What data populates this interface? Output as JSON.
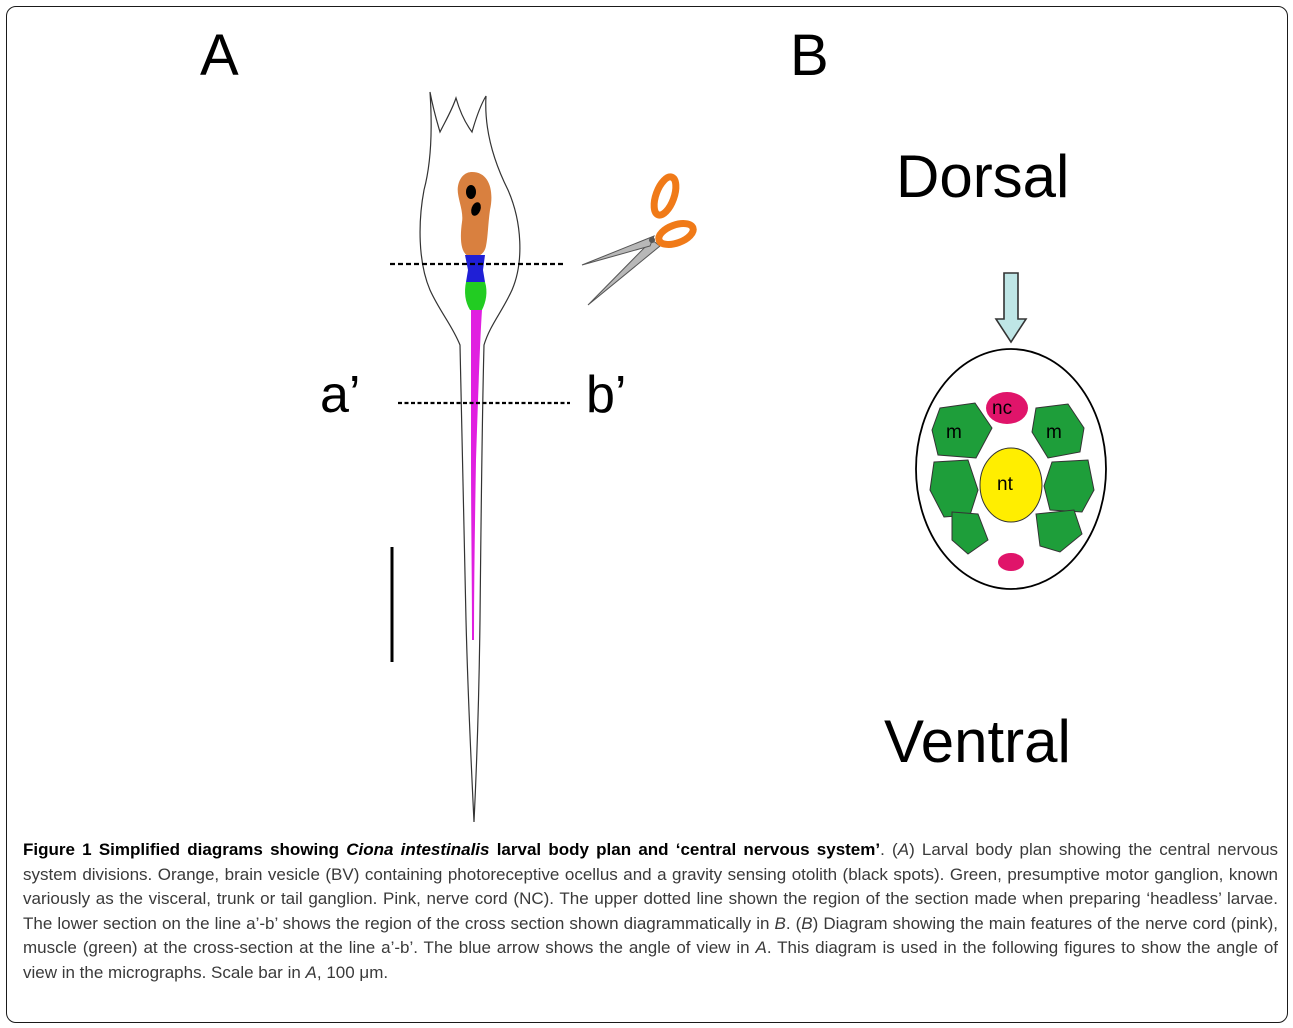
{
  "panel_a": {
    "label": "A",
    "marker_a": "a’",
    "marker_b": "b’"
  },
  "panel_b": {
    "label": "B",
    "dorsal": "Dorsal",
    "ventral": "Ventral",
    "labels": {
      "nc": "nc",
      "m_left": "m",
      "m_right": "m",
      "nt": "nt"
    }
  },
  "colors": {
    "brain_vesicle": "#d9803f",
    "blue_segment": "#1f1fd6",
    "motor_ganglion": "#22cc22",
    "nerve_cord": "#e020e0",
    "muscle": "#1e9e3a",
    "nc_cross": "#e0146a",
    "notochord": "#ffee00",
    "arrow": "#bfe6e6",
    "scissors": "#f07a18"
  },
  "caption": {
    "title_pre": "Figure 1 Simplified diagrams showing ",
    "title_species": "Ciona intestinalis",
    "title_post": " larval body plan and ‘central nervous system’",
    "period1": ". (",
    "ref_a1": "A",
    "text1": ") Larval body plan showing the central nervous system divisions. Orange, brain vesicle (BV) containing photoreceptive ocellus and a gravity sensing otolith (black spots). Green, presumptive motor ganglion, known variously as the visceral, trunk or tail ganglion. Pink, nerve cord (NC). The upper dotted line shown the region of the section made when preparing ‘headless’ larvae. The lower section on the line a’-b’ shows the region of the cross section shown diagrammatically in ",
    "ref_b1": "B",
    "text2": ". (",
    "ref_b2": "B",
    "text3": ") Diagram showing the main features of the nerve cord (pink), muscle (green) at the cross-section at the line a’-b’. The blue arrow shows the angle of view in ",
    "ref_a2": "A",
    "text4": ". This diagram is used in the following figures to show the angle of view in the micrographs. Scale bar in ",
    "ref_a3": "A",
    "text5": ", 100 μm."
  }
}
